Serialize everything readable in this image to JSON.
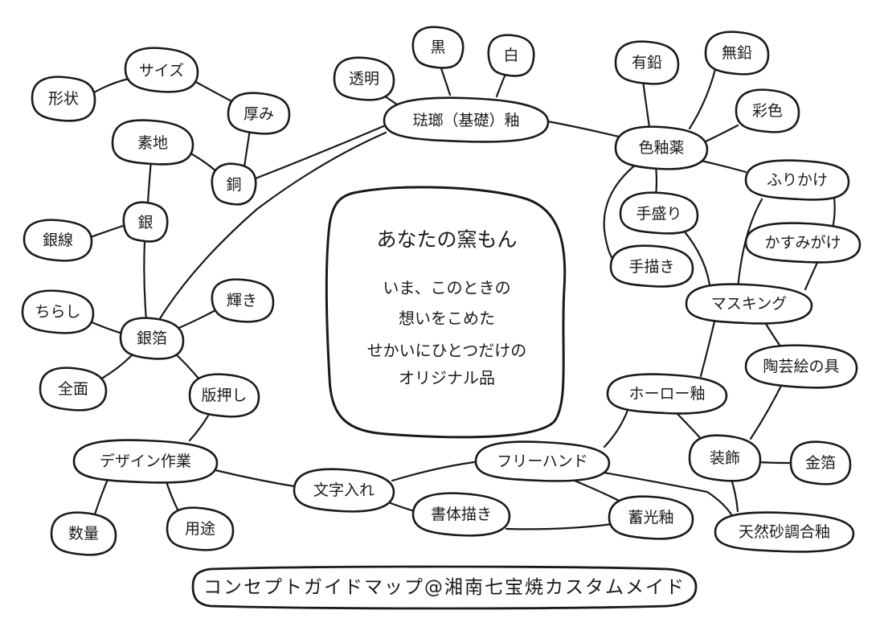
{
  "center": {
    "title": "あなたの窯もん",
    "lines": [
      "いま、このときの",
      "想いをこめた",
      "せかいにひとつだけの",
      "オリジナル品"
    ]
  },
  "footer": {
    "label": "コンセプトガイドマップ@湘南七宝焼カスタムメイド"
  },
  "nodes": {
    "keijo": "形状",
    "size": "サイズ",
    "atsumi": "厚み",
    "soji": "素地",
    "do": "銅",
    "gin": "銀",
    "ginsen": "銀線",
    "chirashi": "ちらし",
    "ginpaku": "銀箔",
    "kagayaki": "輝き",
    "zenmen": "全面",
    "hanoshi": "版押し",
    "design": "デザイン作業",
    "suryo": "数量",
    "yoto": "用途",
    "moji": "文字入れ",
    "shotai": "書体描き",
    "freehand": "フリーハンド",
    "toumei": "透明",
    "kuro": "黒",
    "shiro": "白",
    "kiso": "琺瑯（基礎）釉",
    "yuen": "有鉛",
    "muen": "無鉛",
    "saishoku": "彩色",
    "iroyuyaku": "色釉薬",
    "furikake": "ふりかけ",
    "temori": "手盛り",
    "kasumi": "かすみがけ",
    "tegaki": "手描き",
    "masking": "マスキング",
    "togei": "陶芸絵の具",
    "horo": "ホーロー釉",
    "soshoku": "装飾",
    "kinpaku": "金箔",
    "chikou": "蓄光釉",
    "tennen": "天然砂調合釉"
  }
}
